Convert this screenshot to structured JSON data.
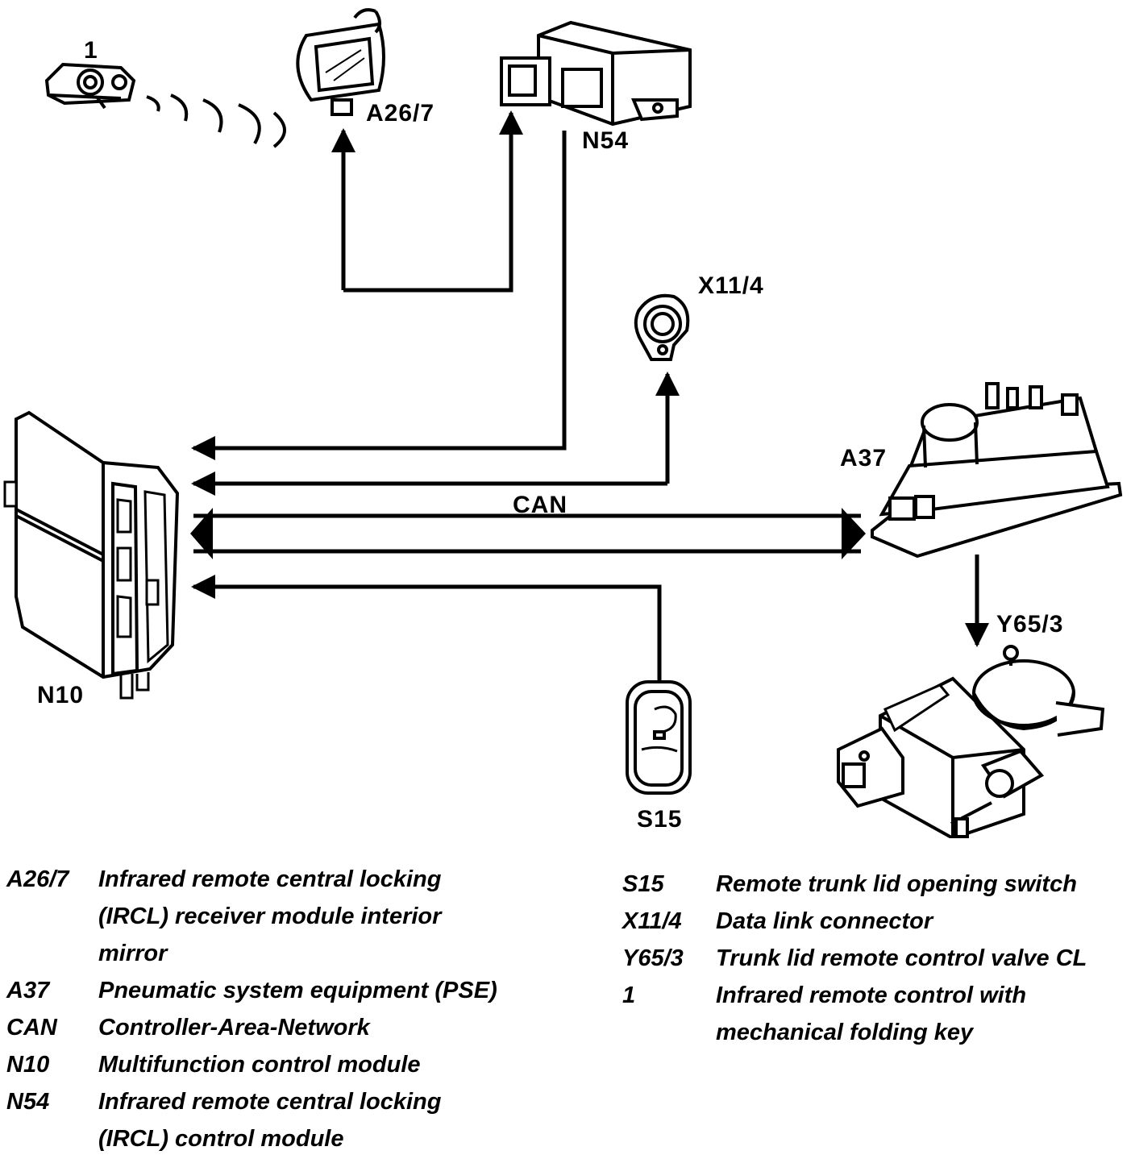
{
  "diagram": {
    "labels": {
      "remote": "1",
      "mirror": "A26/7",
      "ircl_module": "N54",
      "dlc": "X11/4",
      "pse": "A37",
      "can": "CAN",
      "mfm": "N10",
      "valve": "Y65/3",
      "switch": "S15"
    },
    "icons": {
      "remote": "infrared-remote-key-icon",
      "mirror": "interior-mirror-icon",
      "ircl_module": "control-module-box-icon",
      "dlc": "data-link-connector-icon",
      "pse": "pneumatic-pump-icon",
      "mfm": "multifunction-module-icon",
      "valve": "remote-control-valve-icon",
      "switch": "rocker-switch-icon"
    }
  },
  "legend": {
    "left": [
      {
        "code": "A26/7",
        "desc": "Infrared remote central locking\n(IRCL) receiver module interior\nmirror"
      },
      {
        "code": "A37",
        "desc": "Pneumatic system equipment (PSE)"
      },
      {
        "code": "CAN",
        "desc": "Controller-Area-Network"
      },
      {
        "code": "N10",
        "desc": "Multifunction control module"
      },
      {
        "code": "N54",
        "desc": "Infrared remote central locking\n(IRCL) control module"
      }
    ],
    "right": [
      {
        "code": "S15",
        "desc": "Remote trunk lid opening switch"
      },
      {
        "code": "X11/4",
        "desc": "Data link connector"
      },
      {
        "code": "Y65/3",
        "desc": "Trunk lid remote control valve CL"
      },
      {
        "code": "1",
        "desc": "Infrared remote control with\nmechanical folding key"
      }
    ]
  }
}
